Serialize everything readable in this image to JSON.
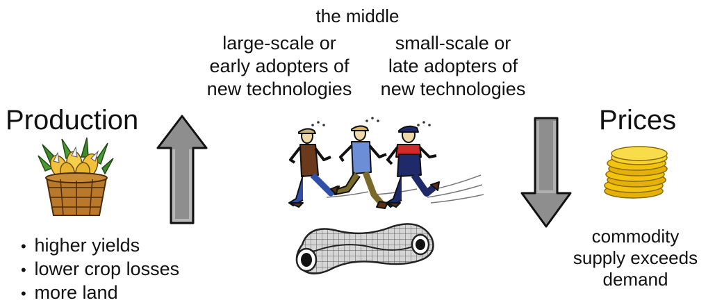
{
  "middle": {
    "title": "the middle",
    "large_scale": [
      "large-scale or",
      "early adopters of",
      "new technologies"
    ],
    "small_scale": [
      "small-scale or",
      "late adopters of",
      "new technologies"
    ]
  },
  "production": {
    "heading": "Production",
    "bullet_symbol": "•",
    "bullets": [
      "higher yields",
      "lower crop losses",
      "more land"
    ],
    "icon": "corn-basket-icon",
    "arrow_direction": "up"
  },
  "prices": {
    "heading": "Prices",
    "caption": [
      "commodity",
      "supply exceeds",
      "demand"
    ],
    "icon": "gold-coins-icon",
    "arrow_direction": "down"
  },
  "illustration": {
    "runners_icon": "running-farmers-icon",
    "treadmill_icon": "treadmill-icon"
  },
  "colors": {
    "arrow_fill": "#8e8e8e",
    "coin_gold": "#f2c40f",
    "basket_brown": "#b9782a"
  }
}
